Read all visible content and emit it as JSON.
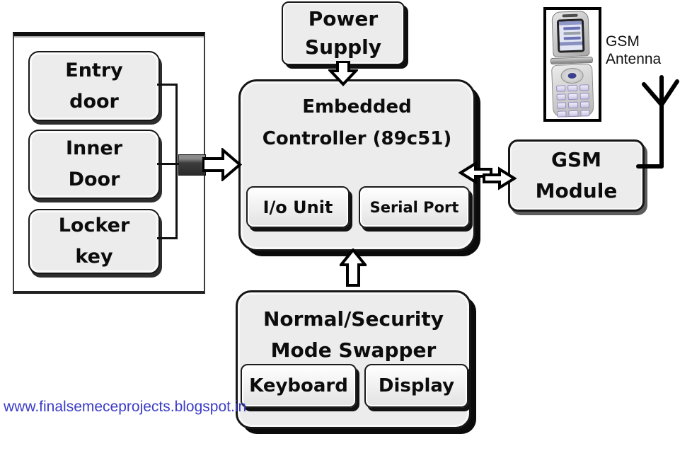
{
  "colors": {
    "background": "#ffffff",
    "box_fill": "#ececec",
    "box_border": "#161616",
    "box_shadow": "#1d1d1d",
    "connector_dark": "#3c3c3c",
    "url_blue": "#3c3cc8",
    "arrow_fill": "#ffffff",
    "arrow_outline": "#000000"
  },
  "sensor_panel": {
    "boxes": [
      {
        "label": "Entry\ndoor"
      },
      {
        "label": "Inner\nDoor"
      },
      {
        "label": "Locker\nkey"
      }
    ]
  },
  "power_supply": {
    "label": "Power\nSupply"
  },
  "controller": {
    "title": "Embedded\nController (89c51)",
    "io_unit_label": "I/o Unit",
    "serial_port_label": "Serial Port"
  },
  "mode_swapper": {
    "title": "Normal/Security\nMode Swapper",
    "keyboard_label": "Keyboard",
    "display_label": "Display"
  },
  "gsm_module": {
    "label": "GSM\nModule"
  },
  "gsm_antenna": {
    "label": "GSM\nAntenna"
  },
  "footer": {
    "url": "www.finalsemeceprojects.blogspot.in"
  },
  "icons": {
    "power_flow": "down-arrow",
    "sensor_flow": "right-arrow",
    "swapper_flow": "up-arrow",
    "gsm_link": "bidirectional-arrow",
    "antenna": "antenna-mast",
    "phone": "flip-phone-photo"
  }
}
